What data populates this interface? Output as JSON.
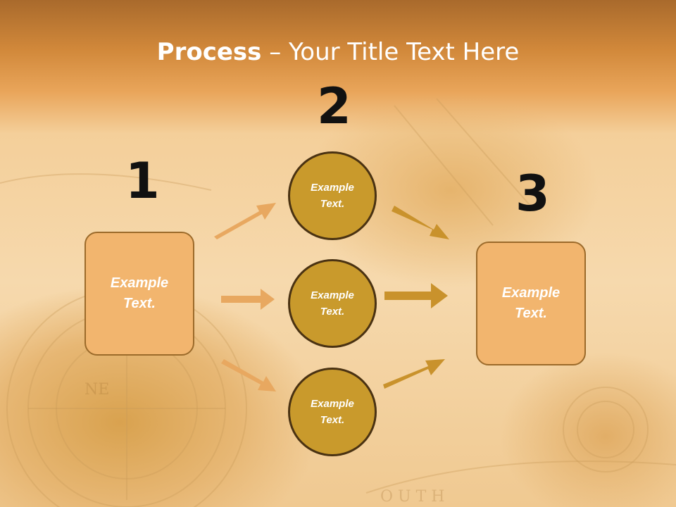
{
  "slide": {
    "title_bold": "Process",
    "title_dash": " – ",
    "title_rest": "Your Title Text Here"
  },
  "steps": {
    "one": "1",
    "two": "2",
    "three": "3"
  },
  "boxes": {
    "left_line1": "Example",
    "left_line2": "Text.",
    "right_line1": "Example",
    "right_line2": "Text."
  },
  "circles": [
    {
      "line1": "Example",
      "line2": "Text."
    },
    {
      "line1": "Example",
      "line2": "Text."
    },
    {
      "line1": "Example",
      "line2": "Text."
    }
  ],
  "colors": {
    "header": "#d1883a",
    "box_fill": "#f2b56e",
    "circle_fill": "#c99a2c",
    "arrow_left": "#e8a860",
    "arrow_right": "#c9922c"
  }
}
